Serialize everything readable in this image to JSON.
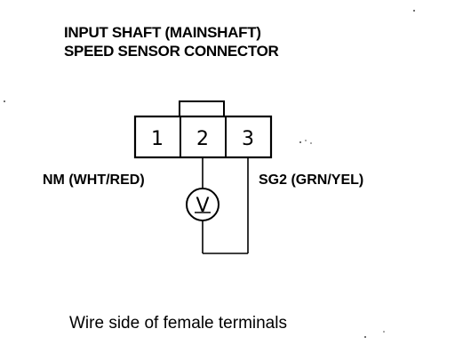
{
  "title": {
    "line1": "INPUT SHAFT (MAINSHAFT)",
    "line2": "SPEED SENSOR CONNECTOR"
  },
  "connector": {
    "pins": [
      "1",
      "2",
      "3"
    ]
  },
  "wires": {
    "left": "NM (WHT/RED)",
    "right": "SG2 (GRN/YEL)"
  },
  "meter": {
    "symbol": "V",
    "icon": "voltmeter-icon"
  },
  "caption": "Wire side of female terminals",
  "colors": {
    "line": "#000000",
    "background": "#ffffff"
  }
}
